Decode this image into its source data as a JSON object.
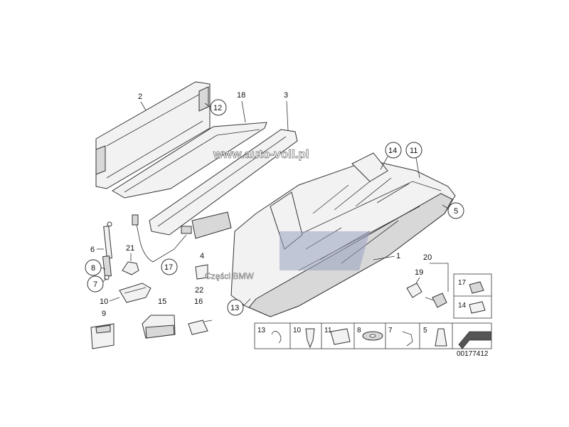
{
  "watermark": "www.auto-voll.pl",
  "watermark2": "Części BMW",
  "diagram_id": "00177412",
  "callouts": {
    "c2": "2",
    "c12": "12",
    "c18": "18",
    "c3": "3",
    "c14": "14",
    "c11": "11",
    "c5": "5",
    "c6": "6",
    "c21": "21",
    "c8": "8",
    "c7": "7",
    "c17": "17",
    "c4": "4",
    "c22": "22",
    "c10": "10",
    "c15": "15",
    "c9": "9",
    "c16": "16",
    "c13": "13",
    "c1": "1",
    "c20": "20",
    "c19": "19"
  },
  "legend_side": {
    "l17": "17",
    "l14": "14"
  },
  "legend_bottom": {
    "b13": "13",
    "b10": "10",
    "b11": "11",
    "b8": "8",
    "b7": "7",
    "b5": "5"
  },
  "colors": {
    "line": "#333333",
    "fill": "#f2f2f2",
    "shade": "#d8d8d8",
    "watermark_overlay": "#9aa3c2"
  }
}
